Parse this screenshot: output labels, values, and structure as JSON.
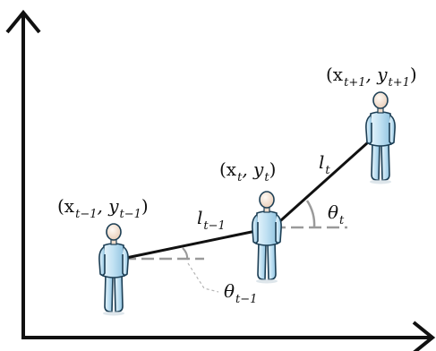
{
  "figure": {
    "points": [
      {
        "label": "(x_{t−1}, y_{t−1})",
        "main": "(x",
        "sub1": "t−1",
        "mid": ", y",
        "sub2": "t−1",
        "end": ")"
      },
      {
        "label": "(x_t, y_t)",
        "main": "(x",
        "sub1": "t",
        "mid": ", y",
        "sub2": "t",
        "end": ")"
      },
      {
        "label": "(x_{t+1}, y_{t+1})",
        "main": "(x",
        "sub1": "t+1",
        "mid": ", y",
        "sub2": "t+1",
        "end": ")"
      }
    ],
    "segments": [
      {
        "base": "l",
        "sub": "t−1"
      },
      {
        "base": "l",
        "sub": "t"
      }
    ],
    "angles": [
      {
        "base": "θ",
        "sub": "t−1"
      },
      {
        "base": "θ",
        "sub": "t"
      }
    ],
    "colors": {
      "axis": "#111111",
      "path": "#111111",
      "reference_line": "#9a9a9a",
      "person_body": "#bfe0f2",
      "person_outline": "#1d3f55",
      "person_head": "#f6e8dc"
    }
  }
}
